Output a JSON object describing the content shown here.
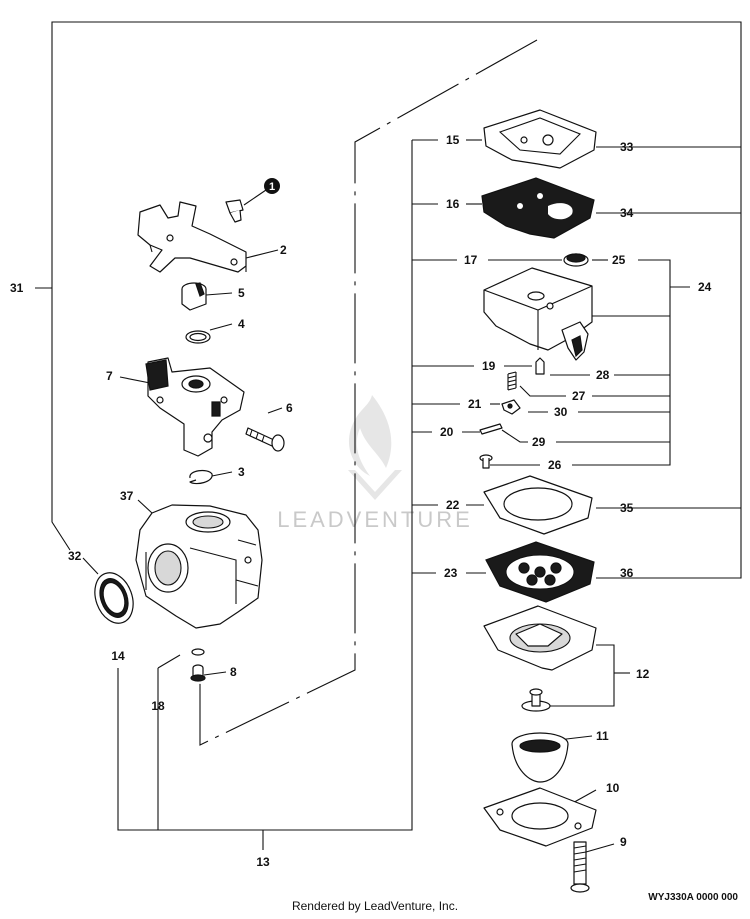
{
  "callouts": {
    "c1": "1",
    "c2": "2",
    "c3": "3",
    "c4": "4",
    "c5": "5",
    "c6": "6",
    "c7": "7",
    "c8": "8",
    "c9": "9",
    "c10": "10",
    "c11": "11",
    "c12": "12",
    "c13": "13",
    "c14": "14",
    "c15": "15",
    "c16": "16",
    "c17": "17",
    "c18": "18",
    "c19": "19",
    "c20": "20",
    "c21": "21",
    "c22": "22",
    "c23": "23",
    "c24": "24",
    "c25": "25",
    "c26": "26",
    "c27": "27",
    "c28": "28",
    "c29": "29",
    "c30": "30",
    "c31": "31",
    "c32": "32",
    "c33": "33",
    "c34": "34",
    "c35": "35",
    "c36": "36",
    "c37": "37"
  },
  "watermark": "LEADVENTURE",
  "diagram_id": "WYJ330A 0000 000",
  "footer": "Rendered by LeadVenture, Inc."
}
